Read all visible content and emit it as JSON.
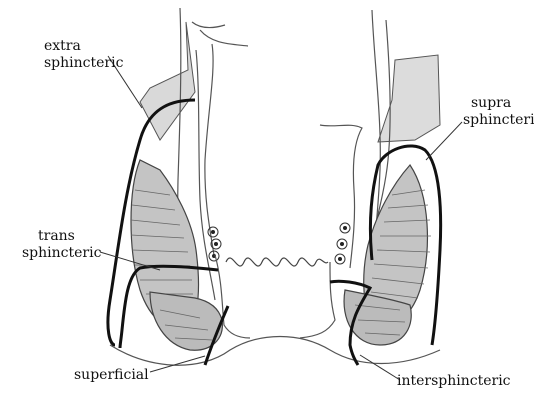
{
  "labels": {
    "extra": {
      "line1": "extra",
      "line2": "sphincteric"
    },
    "supra": {
      "line1": "supra",
      "line2": "sphincteric"
    },
    "trans": {
      "line1": "trans",
      "line2": "sphincteric"
    },
    "superficial": {
      "line1": "superficial"
    },
    "inter": {
      "line1": "intersphincteric"
    }
  },
  "colors": {
    "outline": "#444444",
    "fistula_track": "#111111",
    "muscle_fill": "#bdbdbd",
    "levator_fill": "#d9d9d9",
    "background": "#ffffff"
  }
}
